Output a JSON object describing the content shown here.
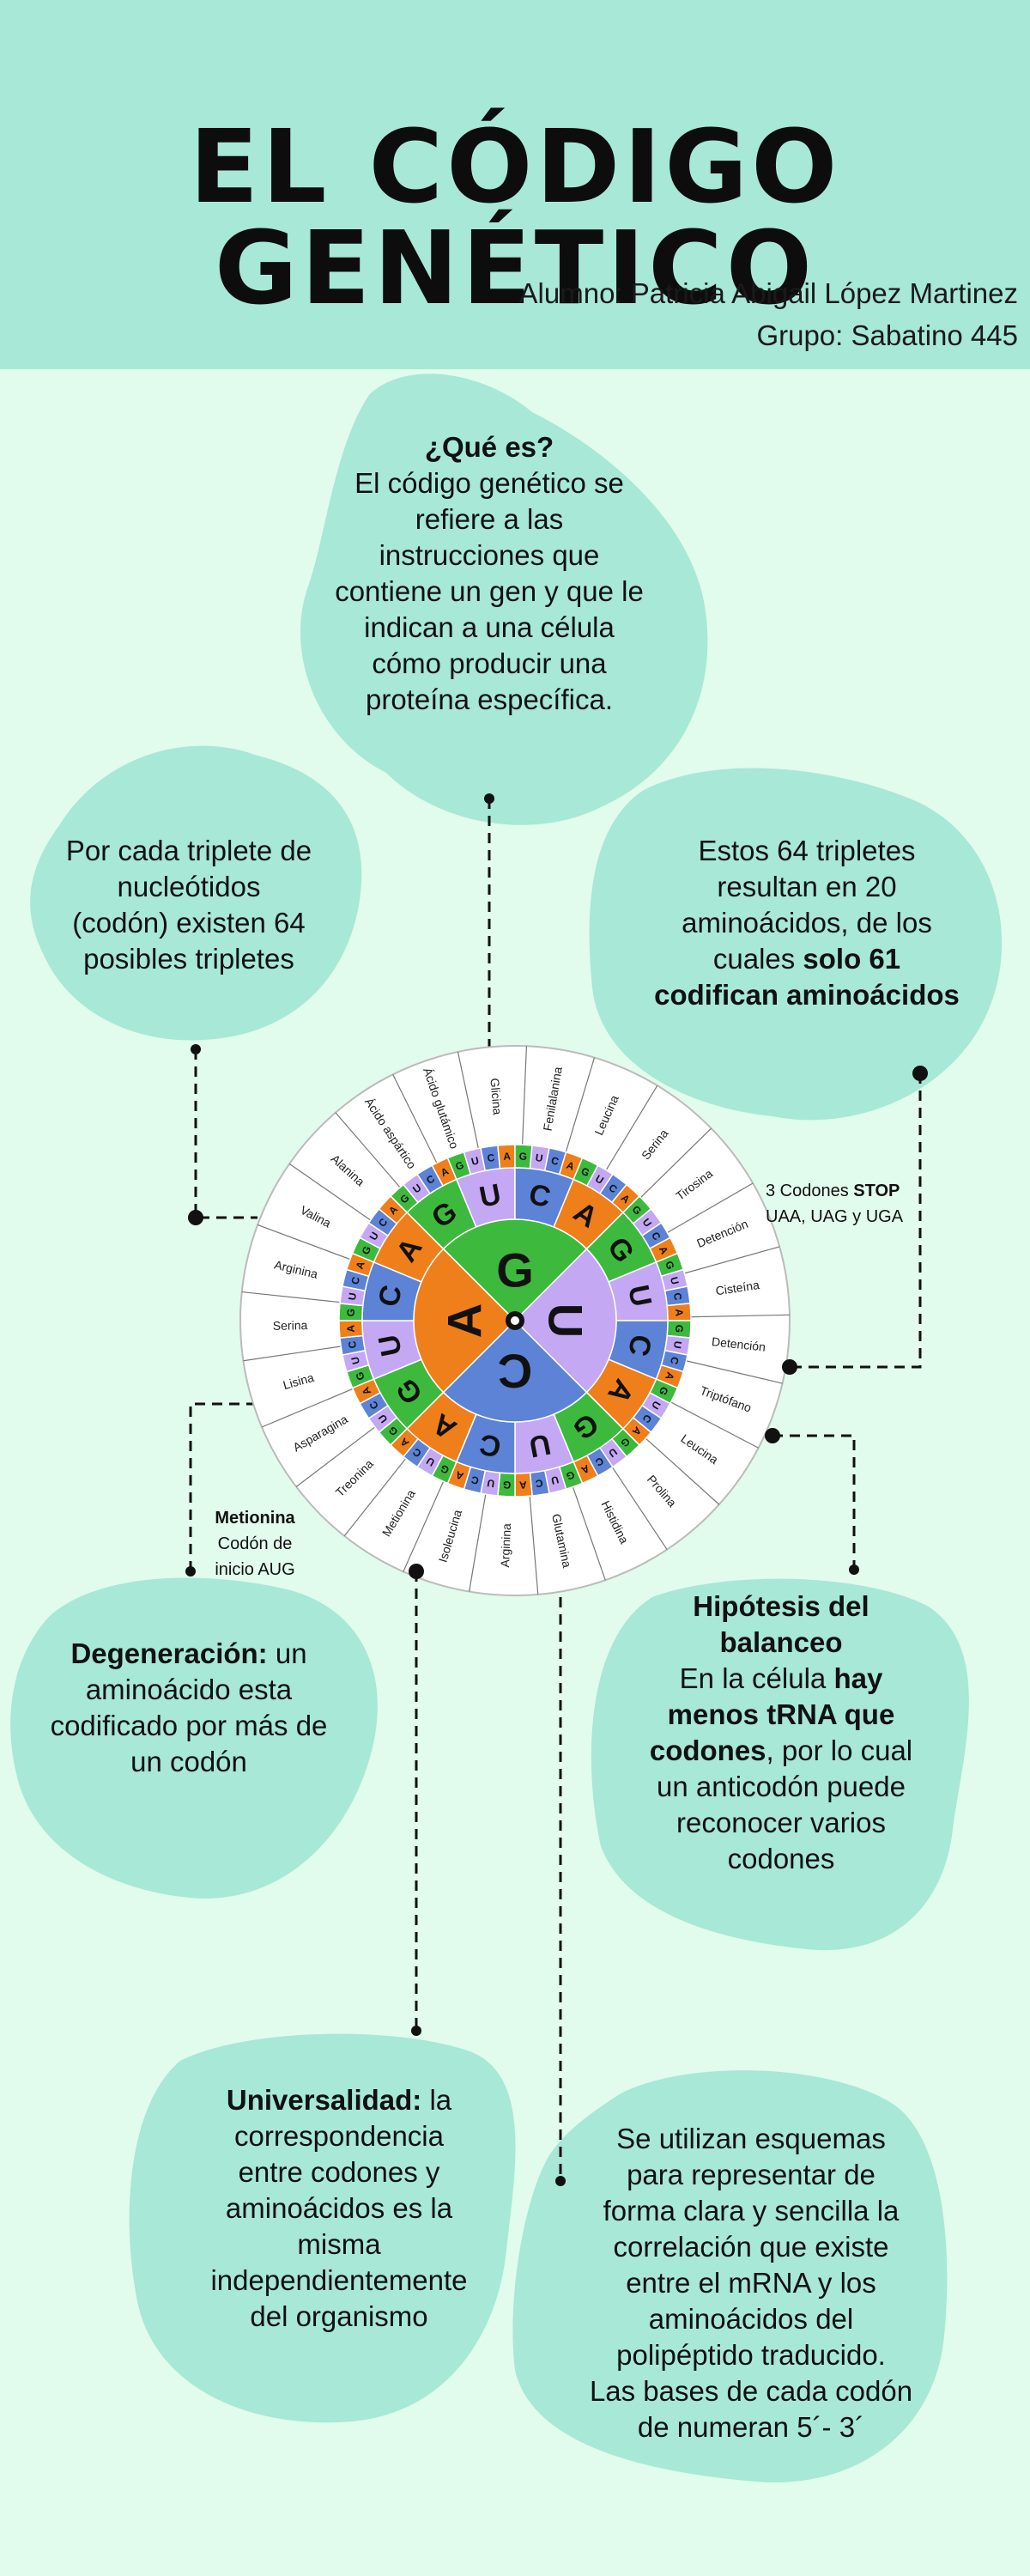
{
  "header": {
    "title": "EL CÓDIGO GENÉTICO",
    "student": "Alumno: Patricia Abigail López Martinez",
    "group": "Grupo: Sabatino 445"
  },
  "colors": {
    "header_bg": "#a7e8d6",
    "page_bg": "#e1fbec",
    "blob": "#a7e8d6",
    "G": "#3dba3d",
    "U": "#c4a8f4",
    "A": "#ef7f1a",
    "C": "#5c83d6"
  },
  "blobs": {
    "que_es": {
      "title": "¿Qué es?",
      "lines": [
        "El código genético se",
        "refiere a las",
        "instrucciones que",
        "contiene un gen y que le",
        "indican a una célula",
        "cómo producir una",
        "proteína específica."
      ]
    },
    "tripletes": {
      "lines": [
        "Por cada triplete de",
        "nucleótidos",
        "(codón) existen 64",
        "posibles tripletes"
      ]
    },
    "aminoacidos": {
      "lines": [
        "Estos 64 tripletes",
        "resultan en 20",
        "aminoácidos, de los"
      ],
      "line4_pre": "cuales ",
      "line4_bold": "solo 61",
      "line5_bold": "codifican aminoácidos"
    },
    "degeneracion": {
      "bold": "Degeneración:",
      "line1_rest": " un",
      "lines": [
        "aminoácido esta",
        "codificado por más de",
        "un codón"
      ]
    },
    "balanceo": {
      "title_lines": [
        "Hipótesis del",
        "balanceo"
      ],
      "line1_pre": "En la célula ",
      "line1_bold": "hay",
      "line2_bold": "menos tRNA que",
      "line3_bold": "codones",
      "line3_rest": ", por lo cual",
      "lines": [
        "un anticodón puede",
        "reconocer varios",
        "codones"
      ]
    },
    "universalidad": {
      "bold": "Universalidad:",
      "line1_rest": " la",
      "lines": [
        "correspondencia",
        "entre codones y",
        "aminoácidos es la",
        "misma",
        "independientemente",
        "del organismo"
      ]
    },
    "esquemas": {
      "lines": [
        "Se utilizan esquemas",
        "para representar de",
        "forma clara y sencilla la",
        "correlación que existe",
        "entre el mRNA y los",
        "aminoácidos del",
        "polipéptido traducido.",
        "Las bases de cada codón",
        "de numeran 5´- 3´"
      ]
    }
  },
  "wheel": {
    "stop_label_pre": "3 Codones ",
    "stop_label_bold": "STOP",
    "stop_codons": "UAA, UAG y UGA",
    "start_label_bold": "Metionina",
    "start_line2": "Codón de",
    "start_line3": "inicio AUG",
    "inner_bases": [
      "G",
      "U",
      "C",
      "A"
    ],
    "second_bases": [
      "G",
      "U",
      "C",
      "A",
      "G",
      "U",
      "C",
      "A",
      "G",
      "U",
      "C",
      "A",
      "G",
      "U",
      "C",
      "A"
    ],
    "third_bases": [
      "G",
      "U",
      "C",
      "A",
      "G",
      "U",
      "C",
      "A",
      "G",
      "U",
      "C",
      "A",
      "G",
      "U",
      "C",
      "A",
      "G",
      "U",
      "C",
      "A",
      "G",
      "U",
      "C",
      "A",
      "G",
      "U",
      "C",
      "A",
      "G",
      "U",
      "C",
      "A",
      "G",
      "U",
      "C",
      "A",
      "G",
      "U",
      "C",
      "A",
      "G",
      "U",
      "C",
      "A",
      "G",
      "U",
      "C",
      "A",
      "G",
      "U",
      "C",
      "A",
      "G",
      "U",
      "C",
      "A",
      "G",
      "U",
      "C",
      "A",
      "G",
      "U",
      "C",
      "A"
    ],
    "amino_acids": [
      "Glicina",
      "Fenilalanina",
      "Leucina",
      "Serina",
      "Tirosina",
      "Detención",
      "Cisteína",
      "Detención",
      "Triptófano",
      "Leucina",
      "Prolina",
      "Histidina",
      "Glutamina",
      "Arginina",
      "Isoleucina",
      "Metionina",
      "Treonina",
      "Asparagina",
      "Lisina",
      "Serina",
      "Arginina",
      "Valina",
      "Alanina",
      "Ácido aspártico",
      "Ácido glutámico"
    ]
  }
}
